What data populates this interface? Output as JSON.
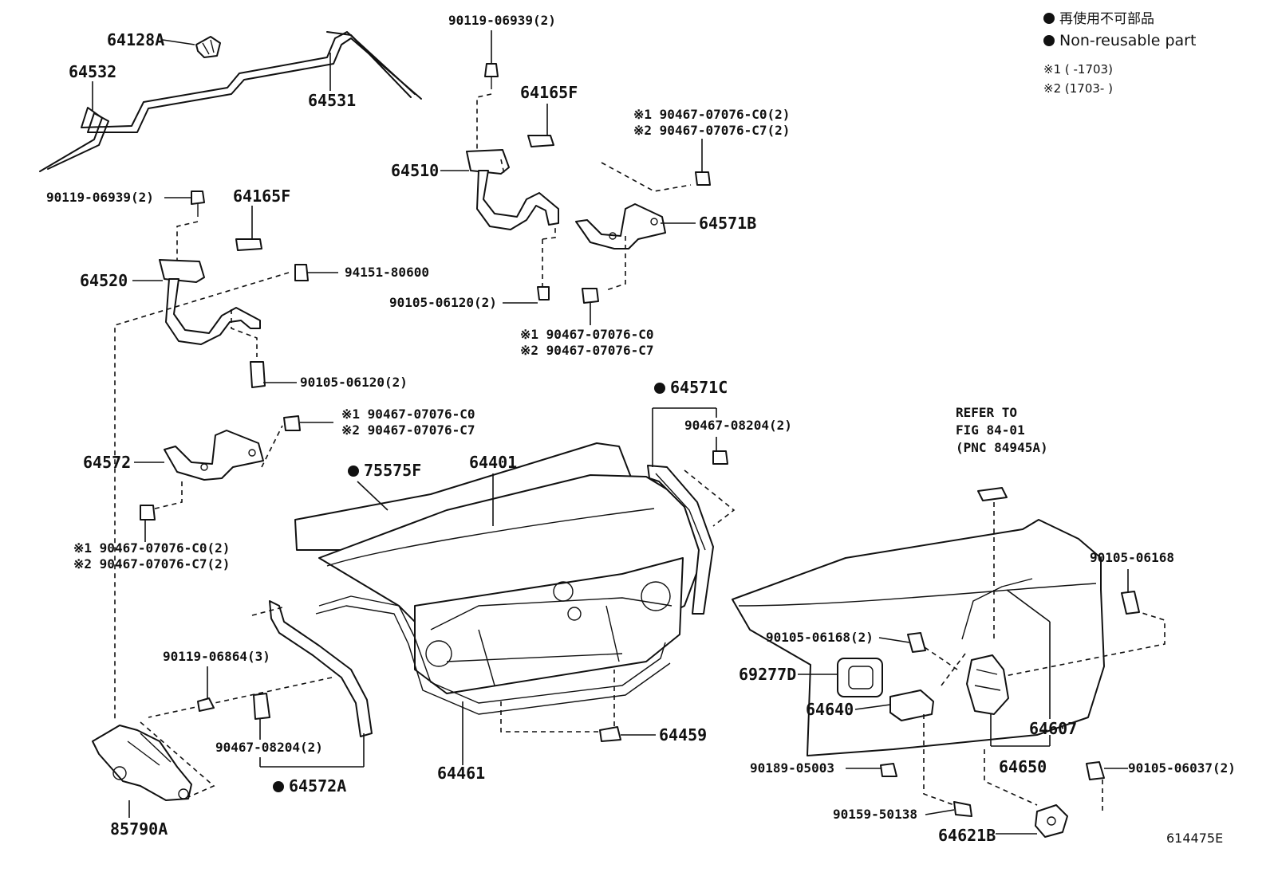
{
  "legend": {
    "non_reusable_jp": "再使用不可部品",
    "non_reusable_en": "Non-reusable part",
    "note1": "※1 (      -1703)",
    "note2": "※2 (1703-      )"
  },
  "refer": {
    "line1": "REFER TO",
    "line2": "FIG 84-01",
    "line3": "(PNC 84945A)"
  },
  "figure_id": "614475E",
  "labels": {
    "p64128A": "64128A",
    "p64532": "64532",
    "p64531": "64531",
    "b90119_06939_top": "90119-06939(2)",
    "p64165F_top": "64165F",
    "p64510": "64510",
    "c1_upper": "※1 90467-07076-C0(2)",
    "c2_upper": "※2 90467-07076-C7(2)",
    "p64571B": "64571B",
    "b90119_06939_left": "90119-06939(2)",
    "p64165F_left": "64165F",
    "p64520": "64520",
    "b94151_80600": "94151-80600",
    "b90105_06120_mid": "90105-06120(2)",
    "c1_mid": "※1 90467-07076-C0",
    "c2_mid": "※2 90467-07076-C7",
    "b90105_06120_left": "90105-06120(2)",
    "p64571C": "64571C",
    "c90467_08204_right": "90467-08204(2)",
    "c1_left": "※1 90467-07076-C0",
    "c2_left": "※2 90467-07076-C7",
    "p64572": "64572",
    "p75575F": "75575F",
    "p64401": "64401",
    "c1_bottom": "※1 90467-07076-C0(2)",
    "c2_bottom": "※2 90467-07076-C7(2)",
    "b90119_06864": "90119-06864(3)",
    "c90467_08204_left": "90467-08204(2)",
    "p64572A": "64572A",
    "p85790A": "85790A",
    "p64461": "64461",
    "p64459": "64459",
    "b90105_06168_right": "90105-06168",
    "b90105_06168_mid": "90105-06168(2)",
    "p69277D": "69277D",
    "p64640": "64640",
    "p64607": "64607",
    "p64650": "64650",
    "b90189_05003": "90189-05003",
    "b90105_06037": "90105-06037(2)",
    "b90159_50138": "90159-50138",
    "p64621B": "64621B"
  }
}
